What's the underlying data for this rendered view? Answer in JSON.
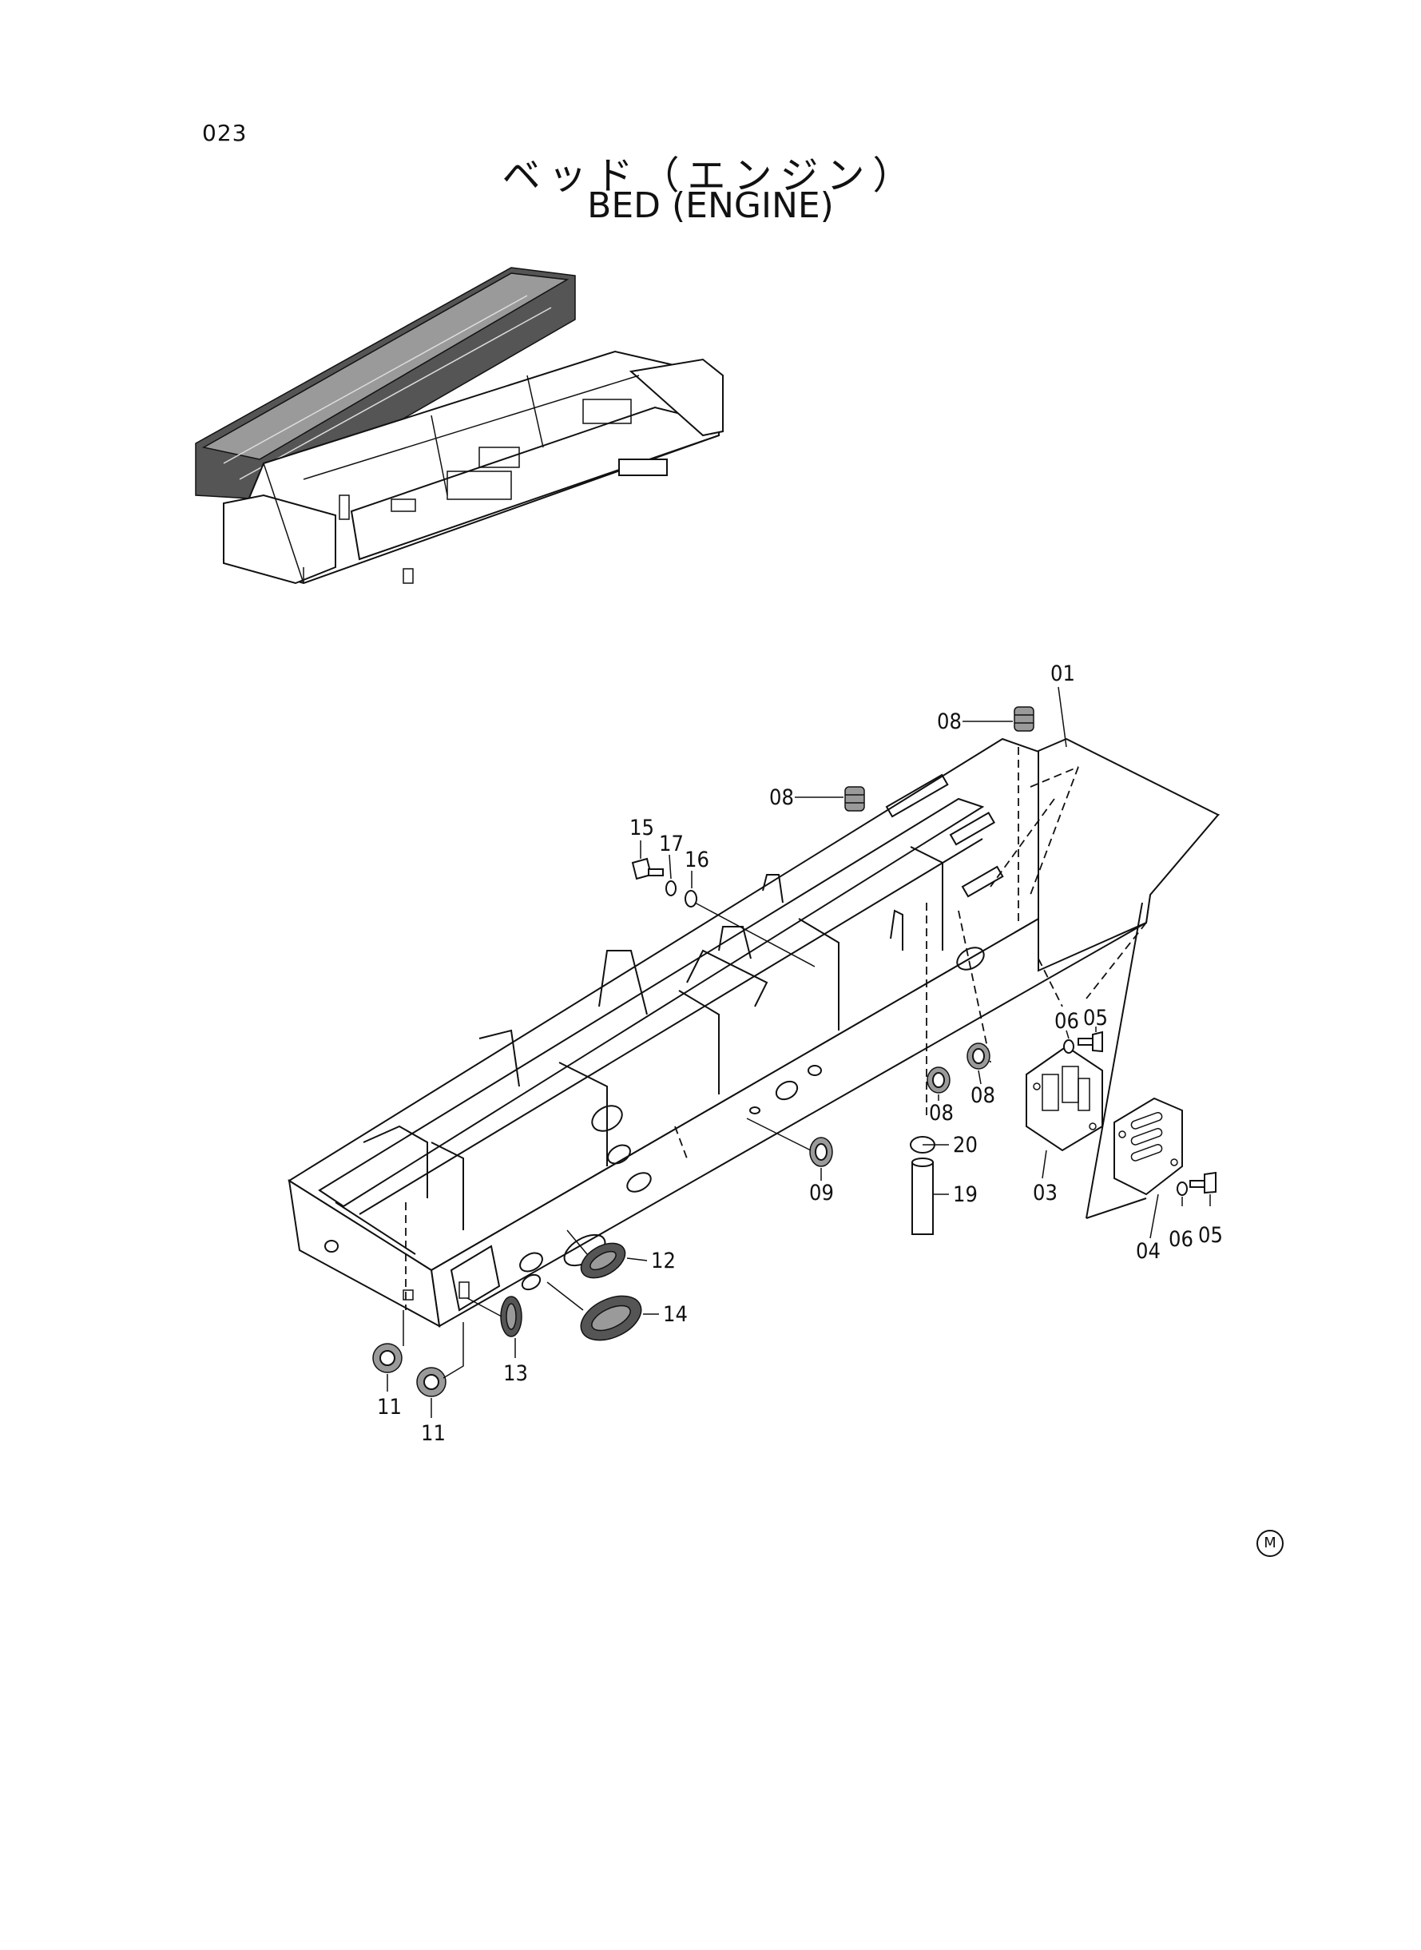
{
  "header": {
    "page_number": "023",
    "title_jp": "ベッド（エンジン）",
    "title_en": "BED (ENGINE)"
  },
  "callouts": {
    "c01": "01",
    "c03": "03",
    "c04": "04",
    "c05a": "05",
    "c05b": "05",
    "c06a": "06",
    "c06b": "06",
    "c08a": "08",
    "c08b": "08",
    "c08c": "08",
    "c08d": "08",
    "c09": "09",
    "c11a": "11",
    "c11b": "11",
    "c12": "12",
    "c13": "13",
    "c14": "14",
    "c15": "15",
    "c16": "16",
    "c17": "17",
    "c19": "19",
    "c20": "20"
  },
  "footer": {
    "mark": "M"
  }
}
